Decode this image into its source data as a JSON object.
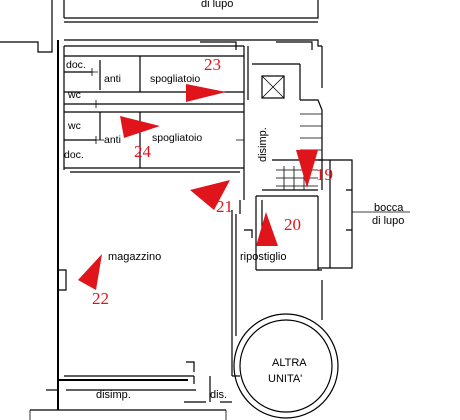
{
  "rooms": {
    "top_label": "di lupo",
    "doc_top": "doc.",
    "anti_top": "anti",
    "spogliatoio_top": "spogliatoio",
    "wc_top": "wc",
    "wc_mid": "wc",
    "anti_mid": "anti",
    "spogliatoio_mid": "spogliatoio",
    "doc_mid": "doc.",
    "disimp_vertical": "disimp.",
    "bocca_line1": "bocca",
    "bocca_line2": "di lupo",
    "magazzino": "magazzino",
    "ripostiglio": "ripostiglio",
    "altra_line1": "ALTRA",
    "altra_line2": "UNITA'",
    "disimp_bottom": "disimp.",
    "dis_bottom": "dis."
  },
  "viewpoints": [
    {
      "number": "23",
      "direction": "right"
    },
    {
      "number": "24",
      "direction": "right"
    },
    {
      "number": "19",
      "direction": "down"
    },
    {
      "number": "21",
      "direction": "down-left"
    },
    {
      "number": "20",
      "direction": "up"
    },
    {
      "number": "22",
      "direction": "up-right"
    }
  ],
  "colors": {
    "marker": "#e0141b",
    "wall": "#000000"
  }
}
